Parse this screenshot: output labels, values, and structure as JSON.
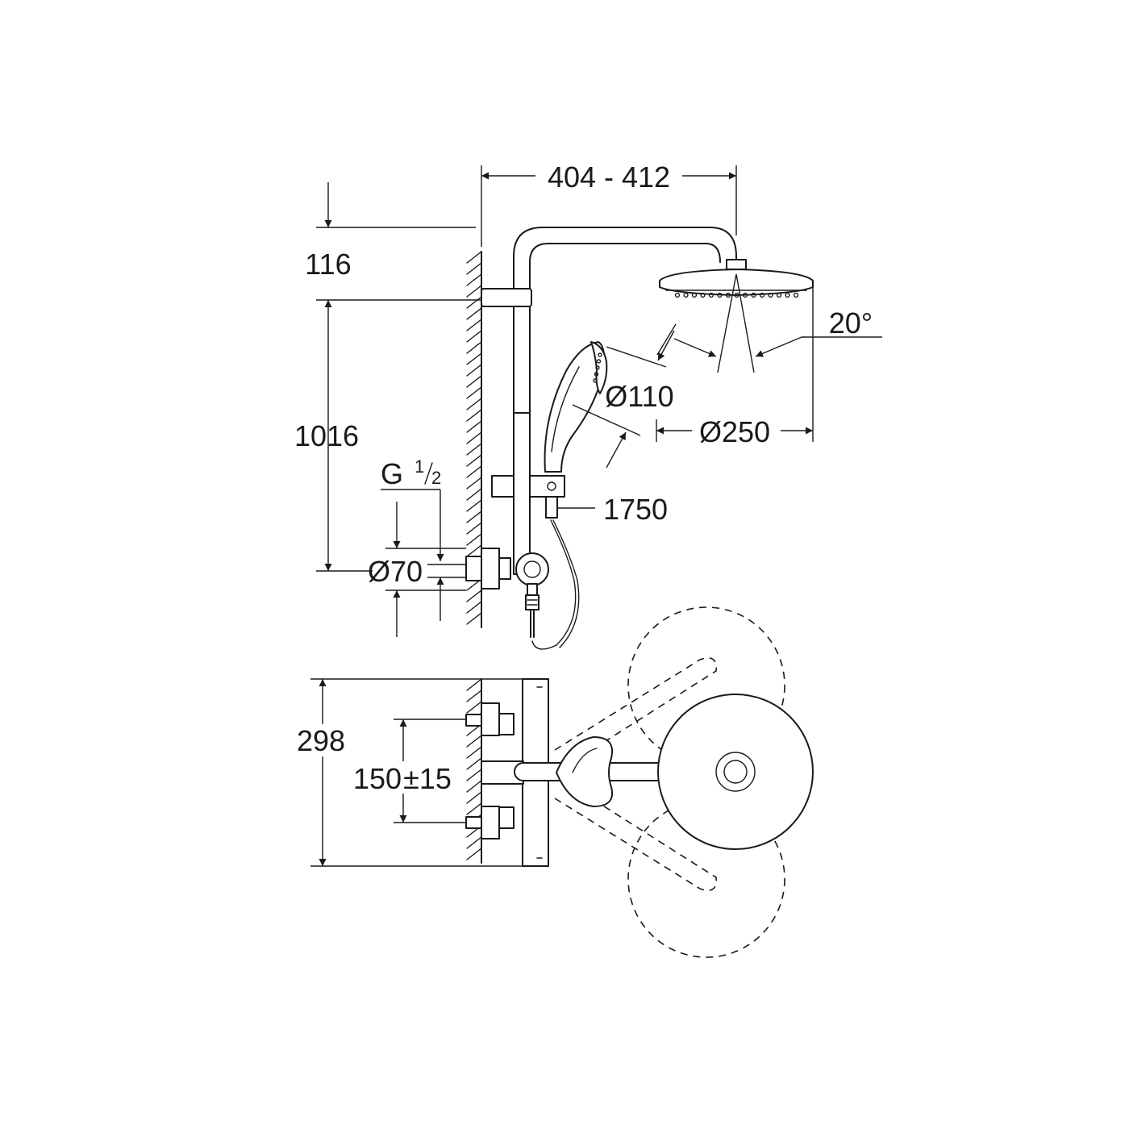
{
  "dimensions": {
    "arm_length": "404 - 412",
    "top_offset": "116",
    "rail_height": "1016",
    "thread_g": "G",
    "thread_num": "1",
    "thread_den": "2",
    "inlet_diameter": "Ø70",
    "handshower_diameter": "Ø110",
    "headshower_diameter": "Ø250",
    "tilt_angle": "20°",
    "hose_length": "1750",
    "depth": "298",
    "inlet_spacing_main": "150",
    "inlet_spacing_tol": "±15"
  },
  "colors": {
    "line": "#1a1a1a",
    "background": "#ffffff"
  }
}
